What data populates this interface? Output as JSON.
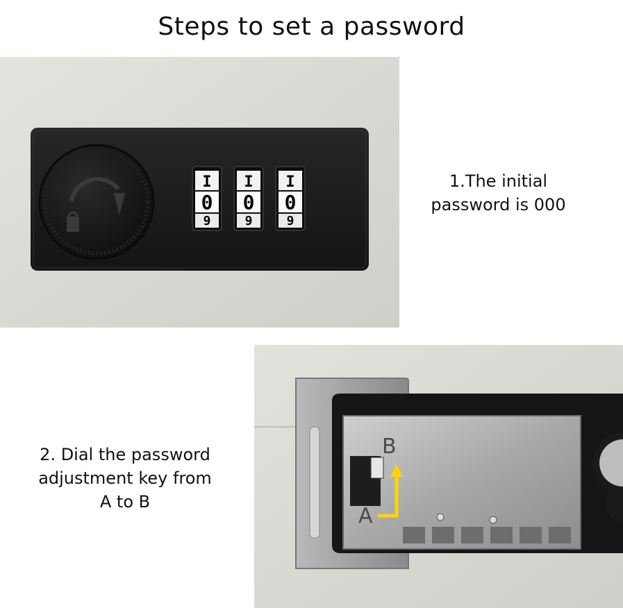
{
  "page": {
    "title": "Steps to set a password"
  },
  "steps": [
    {
      "text_line1": "1.The initial",
      "text_line2": "password is 000"
    },
    {
      "text_line1": "2. Dial the password",
      "text_line2": "adjustment key from",
      "text_line3": "A to B"
    }
  ],
  "lock_dials": [
    "0",
    "0",
    "0"
  ],
  "key_positions": {
    "from": "A",
    "to": "B"
  },
  "colors": {
    "arrow": "#ffd400",
    "lock_body": "#1c1c1c",
    "panel": "#d9d9d4"
  }
}
